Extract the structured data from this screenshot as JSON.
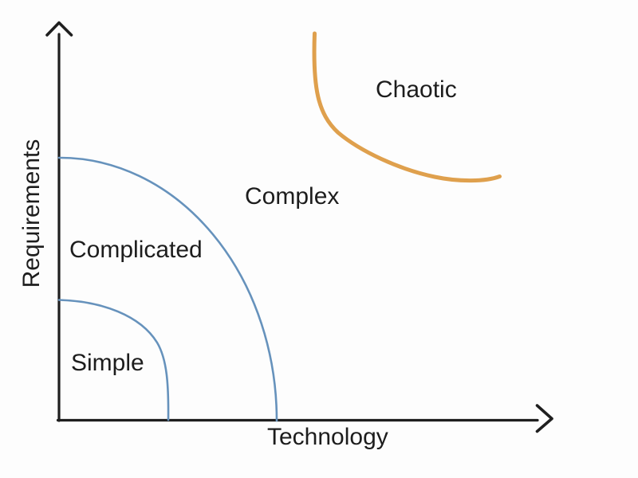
{
  "diagram": {
    "axes": {
      "x": {
        "label": "Technology"
      },
      "y": {
        "label": "Requirements"
      }
    },
    "regions": [
      {
        "label": "Simple"
      },
      {
        "label": "Complicated"
      },
      {
        "label": "Complex"
      },
      {
        "label": "Chaotic"
      }
    ],
    "colors": {
      "inner_boundary": "#6692bc",
      "chaotic_boundary": "#dfa04d",
      "axis": "#1f1f1f",
      "text": "#1d1d1d",
      "background": "#fdfdfd"
    }
  }
}
